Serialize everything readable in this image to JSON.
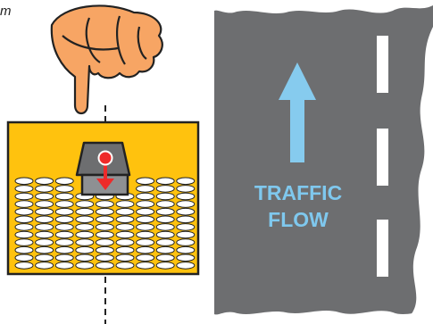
{
  "corner_text": "m",
  "traffic_label": {
    "line1": "TRAFFIC",
    "line2": "FLOW"
  },
  "colors": {
    "road": "#6d6e70",
    "arrow": "#86cbee",
    "panel": "#ffc20e",
    "hand": "#f7a564",
    "pointer": "#ee2a2a"
  },
  "icons": {
    "hand": "pointing-hand-icon",
    "arrow": "up-arrow-icon",
    "indicator": "pushbutton-arrow-icon"
  }
}
